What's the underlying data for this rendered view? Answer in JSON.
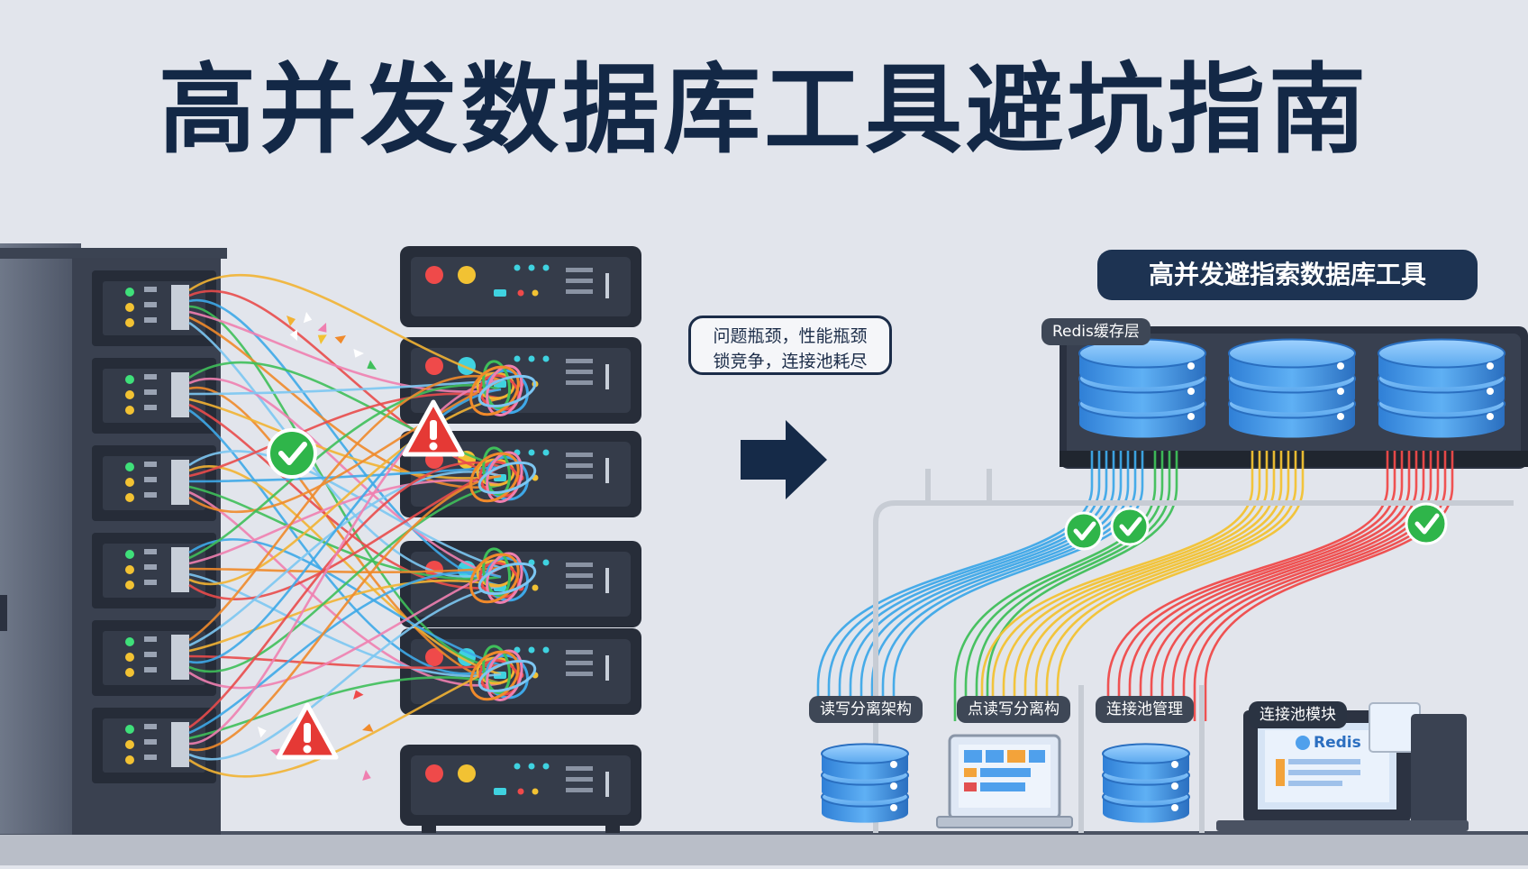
{
  "title": "高并发数据库工具避坑指南",
  "callout": {
    "line1": "问题瓶颈，性能瓶颈",
    "line2": "锁竞争，连接池耗尽"
  },
  "solution_title": "高并发避指索数据库工具",
  "redis_layer_label": "Redis缓存层",
  "modules": [
    {
      "label": "读写分离架构"
    },
    {
      "label": "点读写分离构"
    },
    {
      "label": "连接池管理"
    },
    {
      "label": "连接池模块"
    }
  ],
  "monitor_label": "Redis",
  "colors": {
    "background": "#e2e5ec",
    "navy": "#132846",
    "rack": "#2b3140",
    "cylinder": "#4f9ee8",
    "ok": "#2fb54a",
    "warn": "#e53935"
  },
  "icons": [
    "check-icon",
    "warning-icon",
    "arrow-right-icon"
  ]
}
